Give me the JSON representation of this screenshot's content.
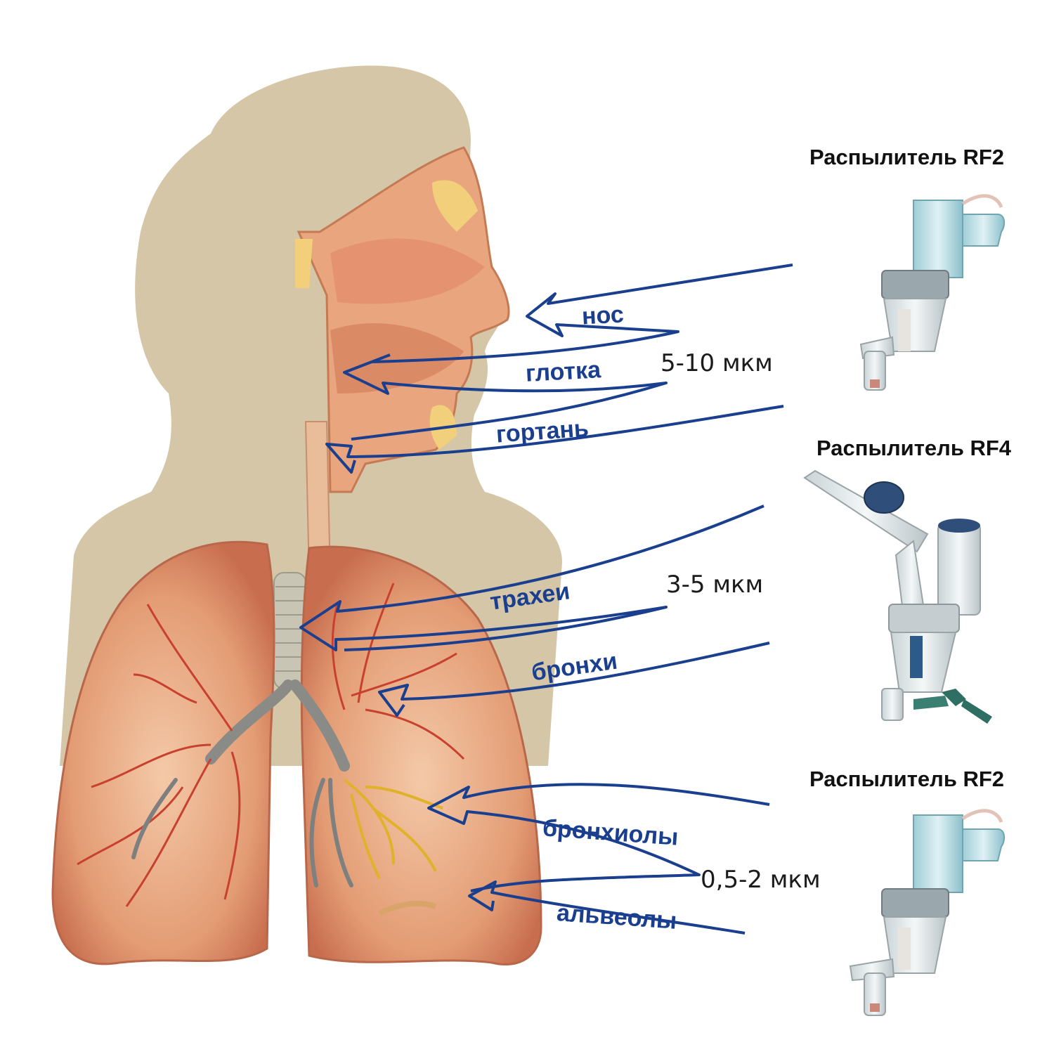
{
  "regions": [
    {
      "label": "нос"
    },
    {
      "label": "глотка"
    },
    {
      "label": "гортань"
    },
    {
      "label": "трахеи"
    },
    {
      "label": "бронхи"
    },
    {
      "label": "бронхиолы"
    },
    {
      "label": "альвеолы"
    }
  ],
  "particle_sizes": [
    {
      "label": "5-10 мкм"
    },
    {
      "label": "3-5 мкм"
    },
    {
      "label": "0,5-2 мкм"
    }
  ],
  "nebulizers": [
    {
      "title": "Распылитель RF2"
    },
    {
      "title": "Распылитель RF4"
    },
    {
      "title": "Распылитель RF2"
    }
  ],
  "colors": {
    "arrow": "#1a3f8f",
    "silhouette": "#d4c6a7",
    "tissue": "#e9a57e",
    "vessel": "#c8402e",
    "bronchiole": "#e0b12a",
    "nebulizer_glass": "#bfe0e6",
    "nebulizer_accent": "#2f7f86"
  }
}
